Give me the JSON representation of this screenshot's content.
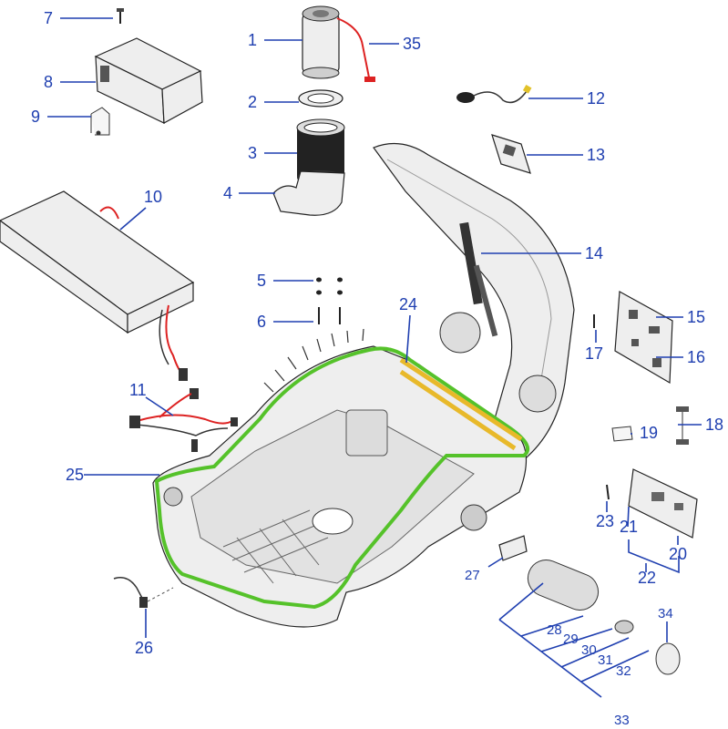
{
  "callouts": {
    "c1": "1",
    "c2": "2",
    "c3": "3",
    "c4": "4",
    "c5": "5",
    "c6": "6",
    "c7": "7",
    "c8": "8",
    "c9": "9",
    "c10": "10",
    "c11": "11",
    "c12": "12",
    "c13": "13",
    "c14": "14",
    "c15": "15",
    "c16": "16",
    "c17": "17",
    "c18": "18",
    "c19": "19",
    "c20": "20",
    "c21": "21",
    "c22": "22",
    "c23": "23",
    "c24": "24",
    "c25": "25",
    "c26": "26",
    "c27": "27",
    "c28": "28",
    "c29": "29",
    "c30": "30",
    "c31": "31",
    "c32": "32",
    "c33": "33",
    "c34": "34",
    "c35": "35"
  },
  "colors": {
    "callout": "#1f3fb0",
    "seal_highlight": "#55c22a",
    "rail_highlight": "#e8b92a",
    "wire_red": "#d22",
    "wire_dark": "#333"
  }
}
